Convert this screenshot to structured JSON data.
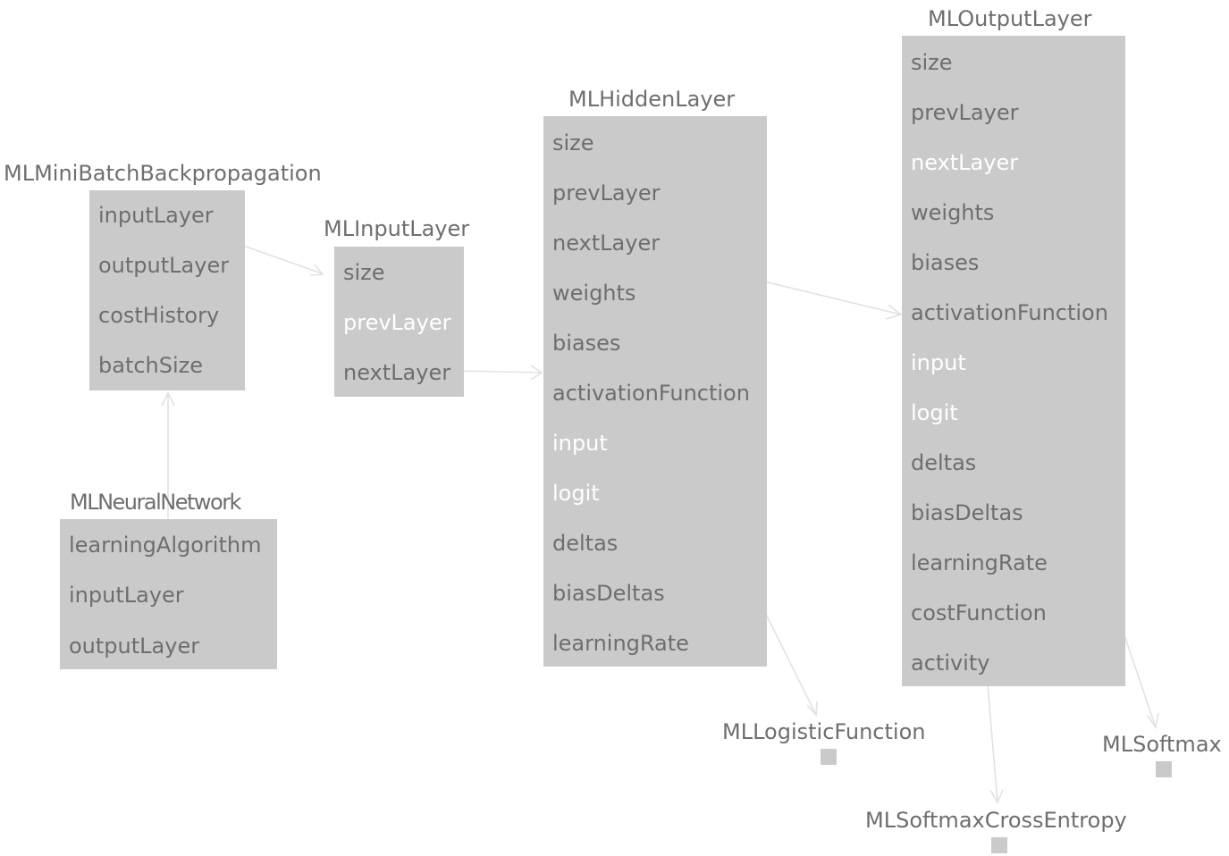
{
  "classes": {
    "mini_batch": {
      "title": "MLMiniBatchBackpropagation",
      "fields": [
        "inputLayer",
        "outputLayer",
        "costHistory",
        "batchSize"
      ]
    },
    "input_layer": {
      "title": "MLInputLayer",
      "fields": [
        "size",
        "prevLayer",
        "nextLayer"
      ]
    },
    "hidden_layer": {
      "title": "MLHiddenLayer",
      "fields": [
        "size",
        "prevLayer",
        "nextLayer",
        "weights",
        "biases",
        "activationFunction",
        "input",
        "logit",
        "deltas",
        "biasDeltas",
        "learningRate"
      ]
    },
    "output_layer": {
      "title": "MLOutputLayer",
      "fields": [
        "size",
        "prevLayer",
        "nextLayer",
        "weights",
        "biases",
        "activationFunction",
        "input",
        "logit",
        "deltas",
        "biasDeltas",
        "learningRate",
        "costFunction",
        "activity"
      ]
    },
    "neural_network": {
      "title": "MLNeuralNetwork",
      "fields": [
        "learningAlgorithm",
        "inputLayer",
        "outputLayer"
      ]
    },
    "logistic_function": {
      "title": "MLLogisticFunction"
    },
    "softmax": {
      "title": "MLSoftmax"
    },
    "softmax_cross_entropy": {
      "title": "MLSoftmaxCrossEntropy"
    }
  }
}
